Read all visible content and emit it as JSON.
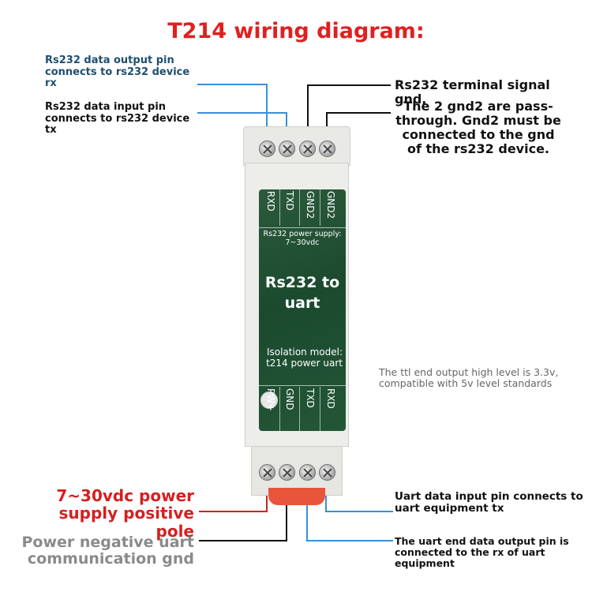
{
  "title": "T214 wiring diagram:",
  "labels": {
    "rs232_output": "Rs232 data output pin connects to rs232 device rx",
    "rs232_input": "Rs232 data input pin connects to rs232 device tx",
    "rs232_gnd_title": "Rs232 terminal signal gnd,",
    "rs232_gnd_desc": "The 2 gnd2 are pass-through. Gnd2 must be connected to the gnd of the rs232 device.",
    "ttl_note": "The ttl end output high level is 3.3v, compatible with 5v level standards",
    "power_positive": "7~30vdc power supply positive pole",
    "power_negative": "Power negative uart communication gnd",
    "uart_input": "Uart data input pin connects to uart equipment tx",
    "uart_output": "The uart end data output pin is connected to the rx of uart equipment"
  },
  "device": {
    "top_pins": [
      "RXD",
      "TXD",
      "GND2",
      "GND2"
    ],
    "bottom_pins": [
      "PW+",
      "GND",
      "TXD",
      "RXD"
    ],
    "power_note": "Rs232 power supply: 7~30vdc",
    "main_text": "Rs232 to uart",
    "model_text": "Isolation model: t214 power uart"
  },
  "colors": {
    "title": "#e02020",
    "blue_line": "#3a8fd8",
    "red_line": "#d42020",
    "black_line": "#111111"
  }
}
